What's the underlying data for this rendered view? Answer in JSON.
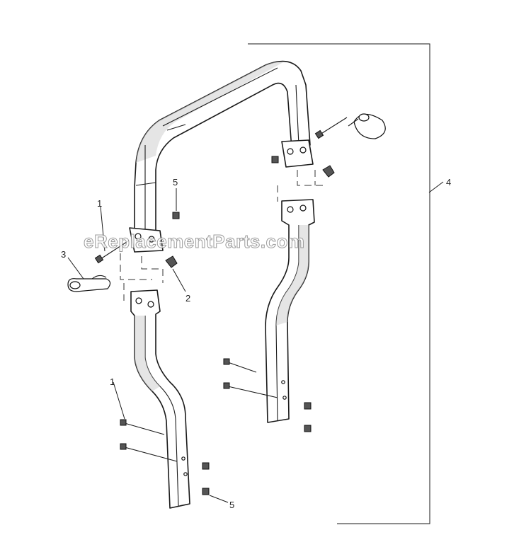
{
  "diagram": {
    "watermark": "eReplacementParts.com",
    "callouts": [
      {
        "id": "callout-1-upper",
        "text": "1"
      },
      {
        "id": "callout-1-lower",
        "text": "1"
      },
      {
        "id": "callout-2",
        "text": "2"
      },
      {
        "id": "callout-3",
        "text": "3"
      },
      {
        "id": "callout-4",
        "text": "4"
      },
      {
        "id": "callout-5-upper",
        "text": "5"
      },
      {
        "id": "callout-5-lower",
        "text": "5"
      }
    ]
  }
}
